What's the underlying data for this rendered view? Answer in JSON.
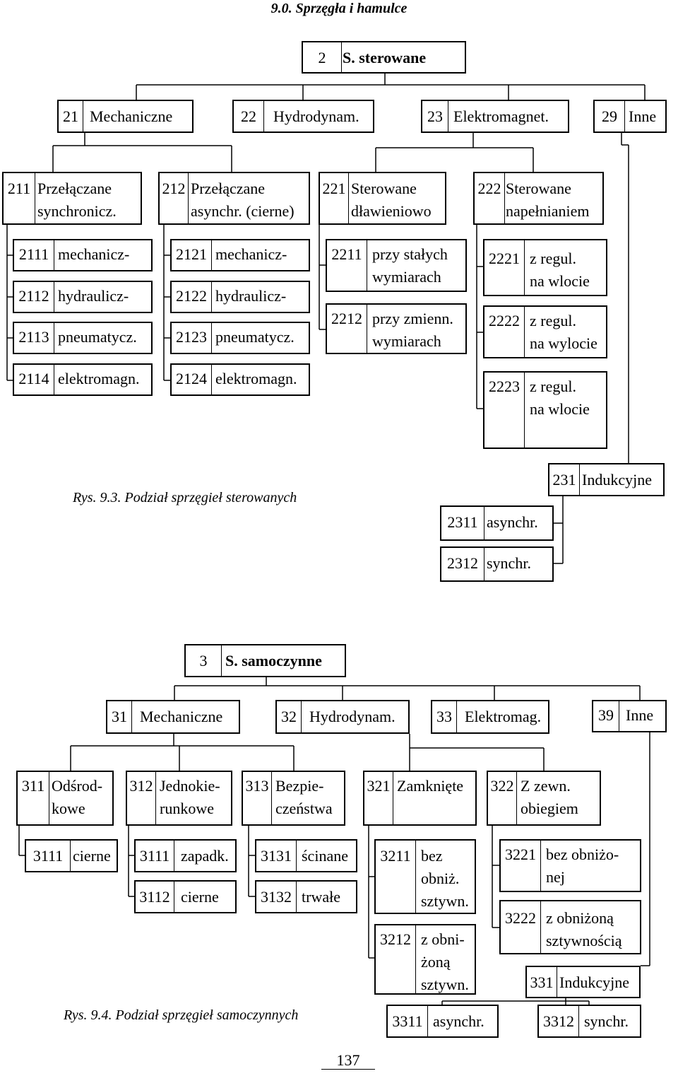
{
  "header": "9.0. Sprzęgła i hamulce",
  "captions": {
    "fig3": "Rys. 9.3. Podział sprzęgieł sterowanych",
    "fig4": "Rys. 9.4. Podział sprzęgieł samoczynnych"
  },
  "page_number": "137",
  "nodes": {
    "n2": {
      "num": "2",
      "label": [
        "S. sterowane"
      ]
    },
    "n21": {
      "num": "21",
      "label": [
        "Mechaniczne"
      ]
    },
    "n22": {
      "num": "22",
      "label": [
        "Hydrodynam."
      ]
    },
    "n23": {
      "num": "23",
      "label": [
        "Elektromagnet."
      ]
    },
    "n29": {
      "num": "29",
      "label": [
        "Inne"
      ]
    },
    "n211": {
      "num": "211",
      "label": [
        "Przełączane",
        "synchronicz."
      ]
    },
    "n212": {
      "num": "212",
      "label": [
        "Przełączane",
        "asynchr. (cierne)"
      ]
    },
    "n221": {
      "num": "221",
      "label": [
        "Sterowane",
        "dławieniowo"
      ]
    },
    "n222": {
      "num": "222",
      "label": [
        "Sterowane",
        "napełnianiem"
      ]
    },
    "n2111": {
      "num": "2111",
      "label": [
        "mechanicz-"
      ]
    },
    "n2112": {
      "num": "2112",
      "label": [
        "hydraulicz-"
      ]
    },
    "n2113": {
      "num": "2113",
      "label": [
        "pneumatycz."
      ]
    },
    "n2114": {
      "num": "2114",
      "label": [
        "elektromagn."
      ]
    },
    "n2121": {
      "num": "2121",
      "label": [
        "mechanicz-"
      ]
    },
    "n2122": {
      "num": "2122",
      "label": [
        "hydraulicz-"
      ]
    },
    "n2123": {
      "num": "2123",
      "label": [
        "pneumatycz."
      ]
    },
    "n2124": {
      "num": "2124",
      "label": [
        "elektromagn."
      ]
    },
    "n2211": {
      "num": "2211",
      "label": [
        "przy stałych",
        "wymiarach"
      ]
    },
    "n2212": {
      "num": "2212",
      "label": [
        "przy zmienn.",
        "wymiarach"
      ]
    },
    "n2221": {
      "num": "2221",
      "label": [
        "z regul.",
        "na wlocie"
      ]
    },
    "n2222": {
      "num": "2222",
      "label": [
        "z regul.",
        "na wylocie"
      ]
    },
    "n2223": {
      "num": "2223",
      "label": [
        "z regul.",
        "na wlocie"
      ]
    },
    "n231": {
      "num": "231",
      "label": [
        "Indukcyjne"
      ]
    },
    "n2311": {
      "num": "2311",
      "label": [
        "asynchr."
      ]
    },
    "n2312": {
      "num": "2312",
      "label": [
        "synchr."
      ]
    },
    "n3": {
      "num": "3",
      "label": [
        "S. samoczynne"
      ]
    },
    "n31": {
      "num": "31",
      "label": [
        "Mechaniczne"
      ]
    },
    "n32": {
      "num": "32",
      "label": [
        "Hydrodynam."
      ]
    },
    "n33": {
      "num": "33",
      "label": [
        "Elektromag."
      ]
    },
    "n39": {
      "num": "39",
      "label": [
        "Inne"
      ]
    },
    "n311": {
      "num": "311",
      "label": [
        "Odśrod-",
        "kowe"
      ]
    },
    "n312": {
      "num": "312",
      "label": [
        "Jednokie-",
        "runkowe"
      ]
    },
    "n313": {
      "num": "313",
      "label": [
        "Bezpie-",
        "czeństwa"
      ]
    },
    "n321": {
      "num": "321",
      "label": [
        "Zamknięte"
      ]
    },
    "n322": {
      "num": "322",
      "label": [
        "Z zewn.",
        "obiegiem"
      ]
    },
    "n3111": {
      "num": "3111",
      "label": [
        "cierne"
      ]
    },
    "n3121": {
      "num": "3111",
      "label": [
        "zapadk."
      ]
    },
    "n3122": {
      "num": "3112",
      "label": [
        "cierne"
      ]
    },
    "n3131": {
      "num": "3131",
      "label": [
        "ścinane"
      ]
    },
    "n3132": {
      "num": "3132",
      "label": [
        "trwałe"
      ]
    },
    "n3211": {
      "num": "3211",
      "label": [
        "bez",
        "obniż.",
        "sztywn."
      ]
    },
    "n3212": {
      "num": "3212",
      "label": [
        "z obni-",
        "żoną",
        "sztywn."
      ]
    },
    "n3221": {
      "num": "3221",
      "label": [
        "bez obniżo-",
        "nej"
      ]
    },
    "n3222": {
      "num": "3222",
      "label": [
        "z obniżoną",
        "sztywnością"
      ]
    },
    "n331": {
      "num": "331",
      "label": [
        "Indukcyjne"
      ]
    },
    "n3311": {
      "num": "3311",
      "label": [
        "asynchr."
      ]
    },
    "n3312": {
      "num": "3312",
      "label": [
        "synchr."
      ]
    }
  }
}
